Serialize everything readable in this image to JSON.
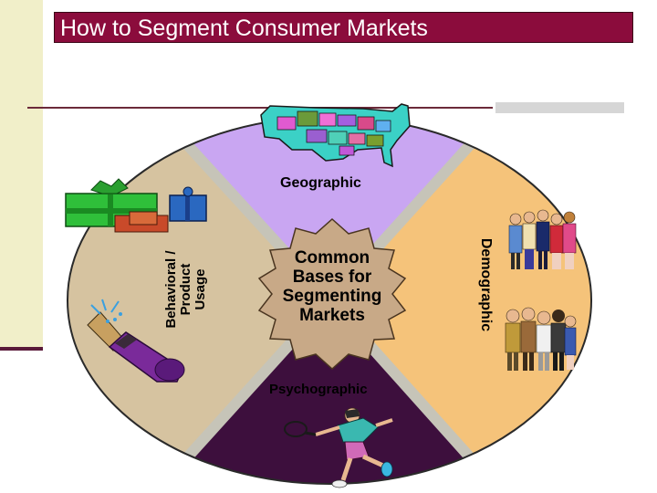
{
  "title": "How to Segment Consumer Markets",
  "segments": {
    "geographic": "Geographic",
    "demographic": "Demographic",
    "psychographic": "Psychographic",
    "behavioral": [
      "Behavioral /",
      "Product",
      "Usage"
    ]
  },
  "center": [
    "Common",
    "Bases for",
    "Segmenting",
    "Markets"
  ],
  "colors": {
    "title_bar": "#8b0c3c",
    "geographic": "#c9a6f2",
    "demographic": "#f5c37a",
    "psychographic": "#3d0f3d",
    "behavioral": "#d6c3a0",
    "center": "#c8a987"
  },
  "icons": [
    "us-map-icon",
    "gift-boxes-icon",
    "champagne-bottle-icon",
    "business-people-icon",
    "tennis-player-icon"
  ]
}
